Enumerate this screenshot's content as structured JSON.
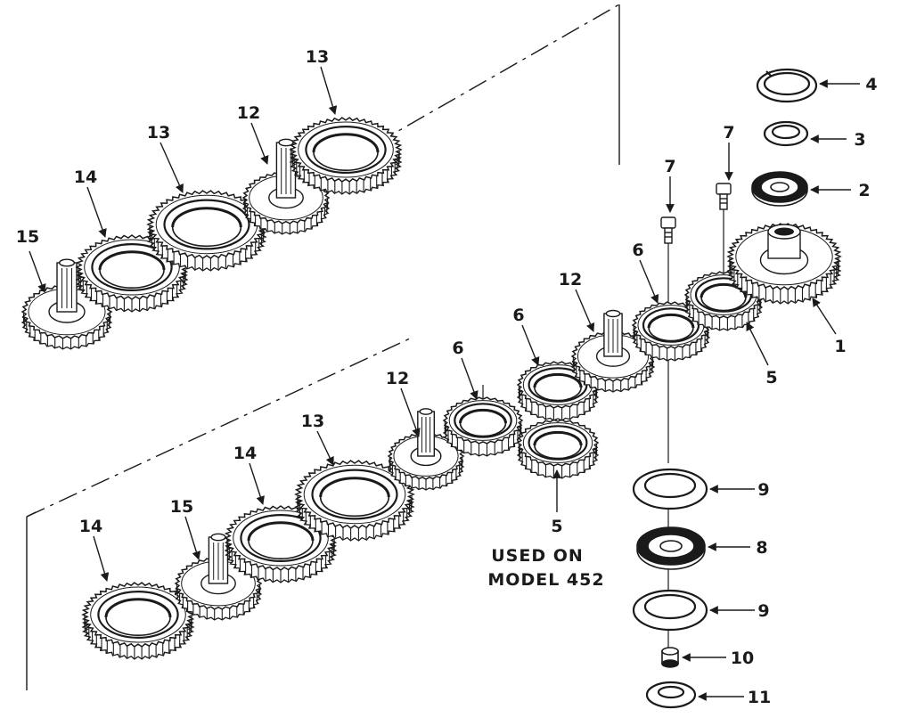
{
  "figure": {
    "colors": {
      "ink": "#1a1a1a",
      "paper": "#ffffff",
      "gray": "#8a8a8a"
    },
    "callouts": {
      "c1": "1",
      "c2": "2",
      "c3": "3",
      "c4": "4",
      "c5a": "5",
      "c5b": "5",
      "c6a": "6",
      "c6b": "6",
      "c6c": "6",
      "c7a": "7",
      "c7b": "7",
      "c8": "8",
      "c9a": "9",
      "c9b": "9",
      "c10": "10",
      "c11": "11",
      "c12a": "12",
      "c12b": "12",
      "c12c": "12",
      "c13a": "13",
      "c13b": "13",
      "c13c": "13",
      "c14a": "14",
      "c14b": "14",
      "c14c": "14",
      "c15a": "15",
      "c15b": "15"
    },
    "note": {
      "line1": "USED ON",
      "line2": "MODEL 452"
    }
  }
}
